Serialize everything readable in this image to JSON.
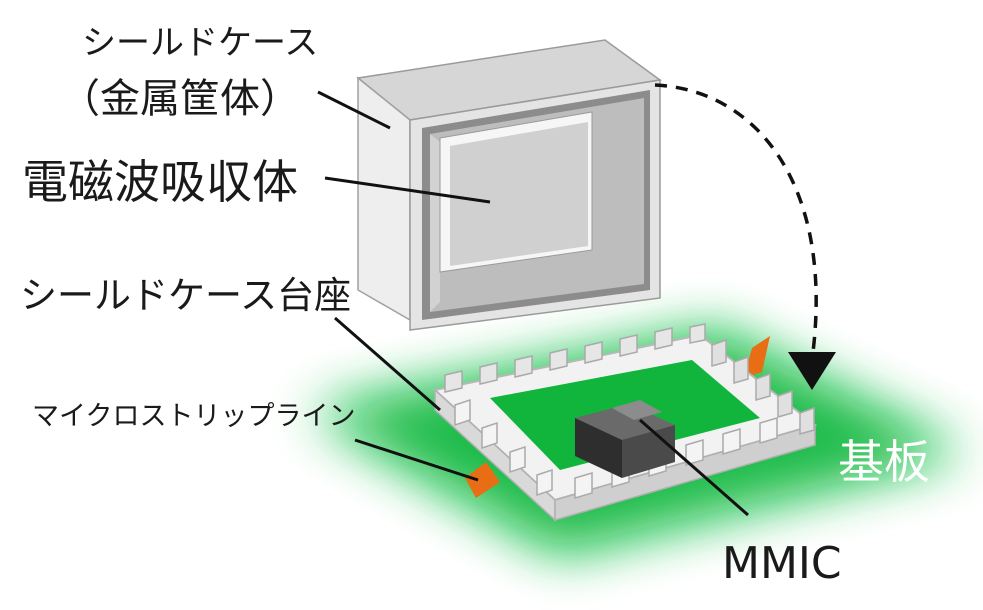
{
  "labels": {
    "shield_case_line1": "シールドケース",
    "shield_case_line2": "（金属筐体）",
    "absorber": "電磁波吸収体",
    "case_base": "シールドケース台座",
    "microstrip": "マイクロストリップライン",
    "substrate": "基板",
    "mmic": "MMIC"
  },
  "colors": {
    "substrate_green": "#11b53c",
    "glow_green": "#7fe49a",
    "trace_orange": "#e86d14",
    "case_face": "#e8e8e8",
    "case_top": "#d6d6d6",
    "case_inner": "#bdbdbd",
    "absorber_face": "#d0d0d0",
    "chip_dark": "#2e2e2e",
    "chip_mid": "#6a6a6a"
  }
}
